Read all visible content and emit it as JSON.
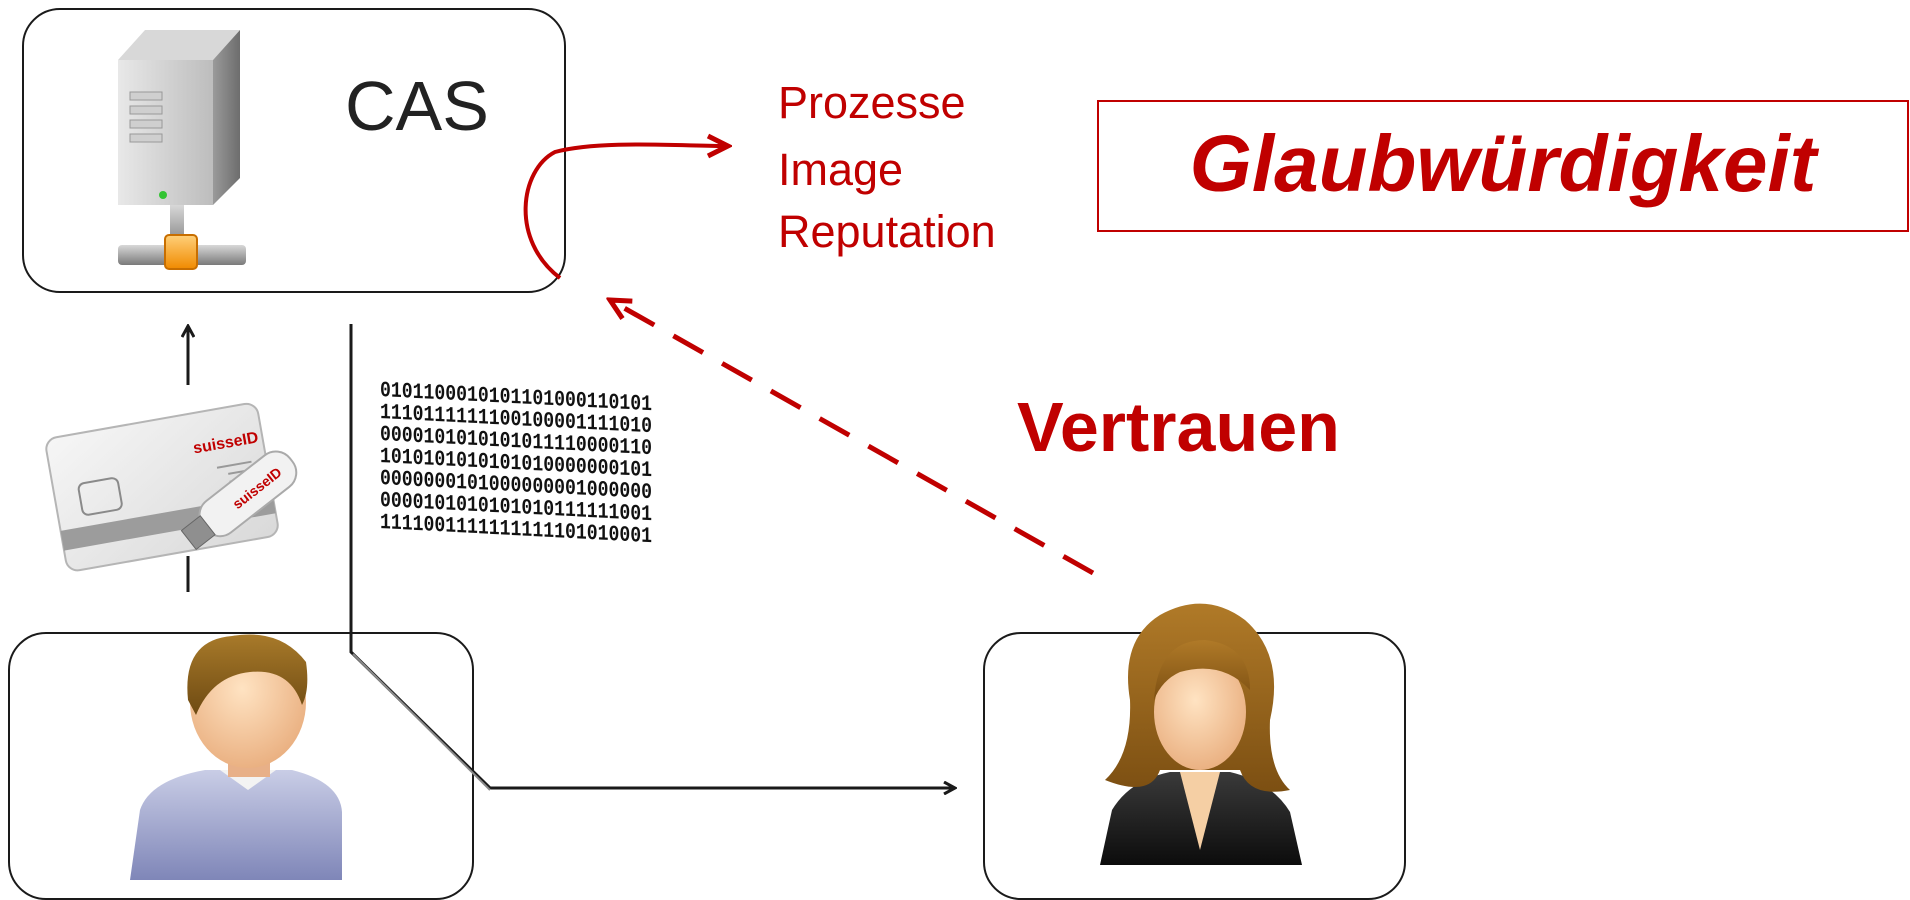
{
  "server": {
    "label": "CAS"
  },
  "outcomes": {
    "items": [
      "Prozesse",
      "Image",
      "Reputation"
    ]
  },
  "emphasis": {
    "label": "Glaubwürdigkeit"
  },
  "trust": {
    "label": "Vertrauen"
  },
  "credential": {
    "brand": "suisseID"
  },
  "binary": {
    "lines": [
      "0101100010101101000110101",
      "1110111111100100001111010",
      "0000101010101011110000110",
      "1010101010101010000000101",
      "0000000101000000001000000",
      "0000101010101010111111001",
      "1111001111111111101010001"
    ]
  },
  "colors": {
    "accent": "#c00000",
    "line": "#1a1a1a"
  }
}
